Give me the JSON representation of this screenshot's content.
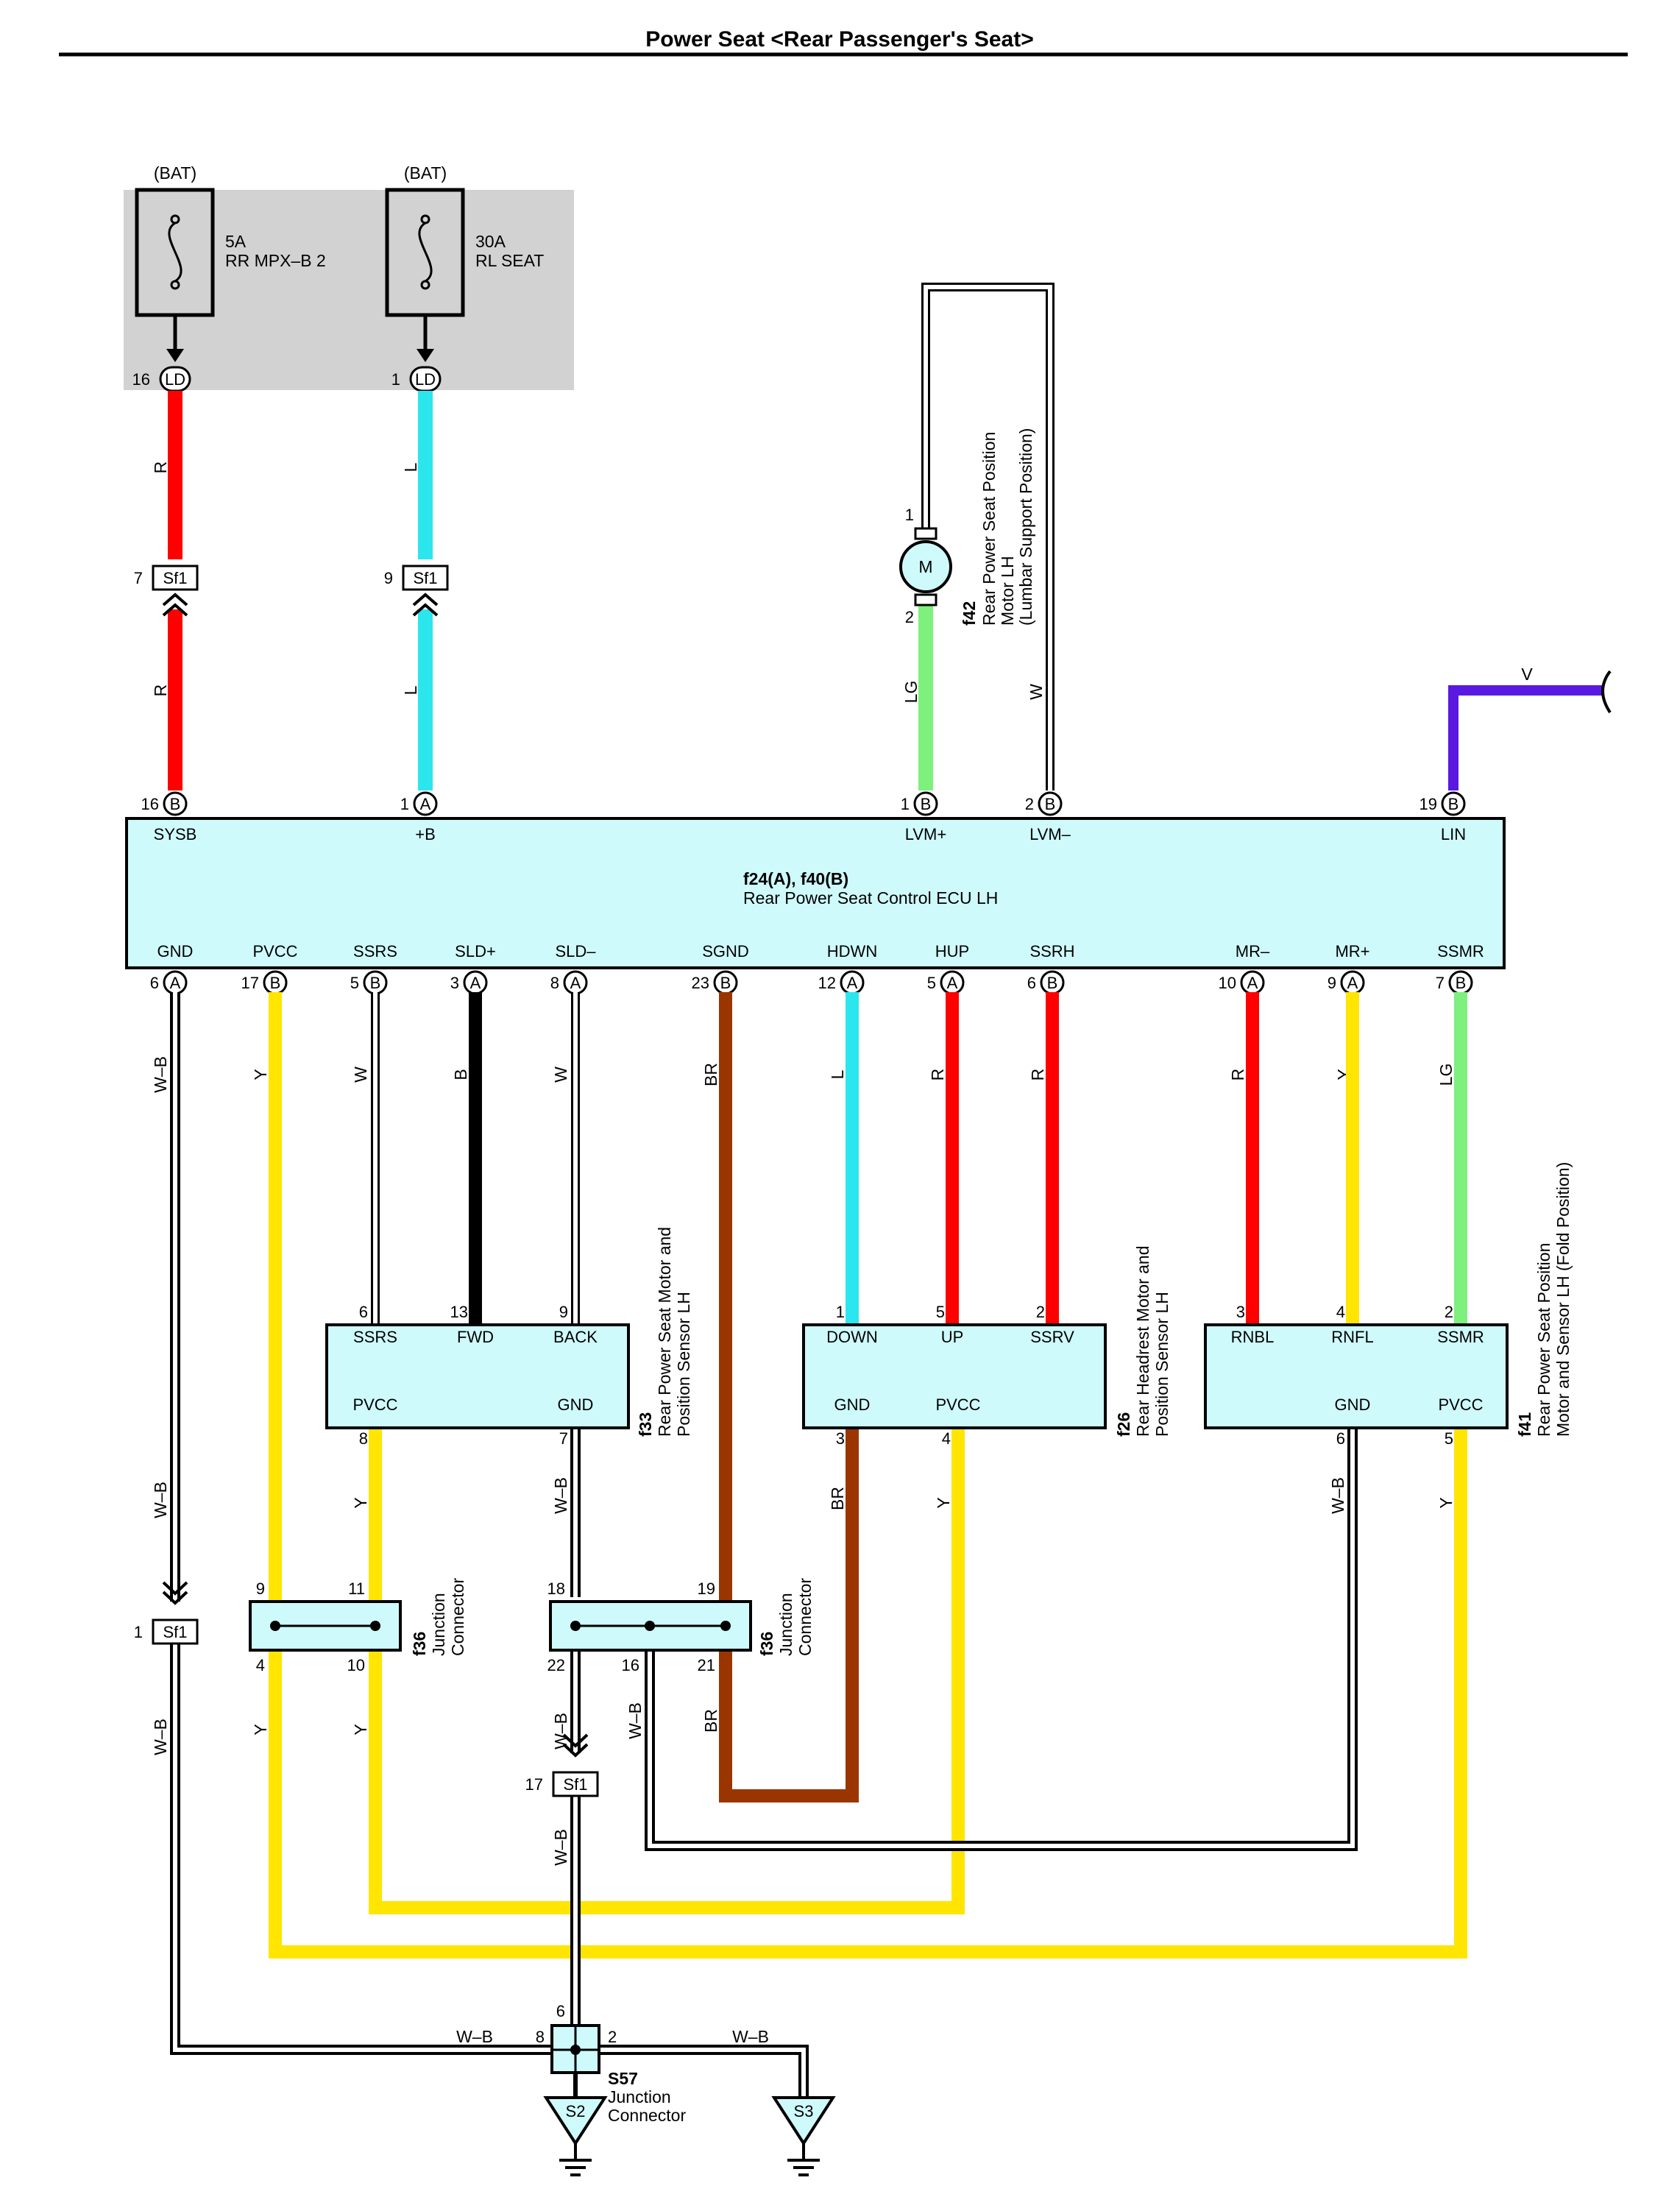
{
  "title": "Power Seat <Rear Passenger's Seat>",
  "colors": {
    "R": "#ff0000",
    "L": "#2ce6ee",
    "LG": "#7ef07e",
    "Y": "#ffe500",
    "B": "#000000",
    "BR": "#9b3500",
    "V": "#5a19e0",
    "W": "#ffffff",
    "box": "#cffafc",
    "fuse_area": "#d2d2d2"
  },
  "fuses": [
    {
      "source": "(BAT)",
      "rating": "5A",
      "name": "RR MPX–B 2",
      "pin": "16",
      "connector": "LD"
    },
    {
      "source": "(BAT)",
      "rating": "30A",
      "name": "RL SEAT",
      "pin": "1",
      "connector": "LD"
    }
  ],
  "ecu": {
    "id": "f24(A), f40(B)",
    "name": "Rear Power Seat Control ECU LH",
    "top_pins": [
      {
        "label": "SYSB",
        "num": "16",
        "conn": "B"
      },
      {
        "label": "+B",
        "num": "1",
        "conn": "A"
      },
      {
        "label": "LVM+",
        "num": "1",
        "conn": "B"
      },
      {
        "label": "LVM–",
        "num": "2",
        "conn": "B"
      },
      {
        "label": "LIN",
        "num": "19",
        "conn": "B"
      }
    ],
    "bottom_pins": [
      {
        "label": "GND",
        "num": "6",
        "conn": "A",
        "wire": "W–B"
      },
      {
        "label": "PVCC",
        "num": "17",
        "conn": "B",
        "wire": "Y"
      },
      {
        "label": "SSRS",
        "num": "5",
        "conn": "B",
        "wire": "W"
      },
      {
        "label": "SLD+",
        "num": "3",
        "conn": "A",
        "wire": "B"
      },
      {
        "label": "SLD–",
        "num": "8",
        "conn": "A",
        "wire": "W"
      },
      {
        "label": "SGND",
        "num": "23",
        "conn": "B",
        "wire": "BR"
      },
      {
        "label": "HDWN",
        "num": "12",
        "conn": "A",
        "wire": "L"
      },
      {
        "label": "HUP",
        "num": "5",
        "conn": "A",
        "wire": "R"
      },
      {
        "label": "SSRH",
        "num": "6",
        "conn": "B",
        "wire": "R"
      },
      {
        "label": "MR–",
        "num": "10",
        "conn": "A",
        "wire": "R"
      },
      {
        "label": "MR+",
        "num": "9",
        "conn": "A",
        "wire": "Y"
      },
      {
        "label": "SSMR",
        "num": "7",
        "conn": "B",
        "wire": "LG"
      }
    ]
  },
  "motor": {
    "symbol": "M",
    "id": "f42",
    "name_lines": [
      "Rear Power Seat Position",
      "Motor LH",
      "(Lumbar Support Position)"
    ],
    "pin_top": "1",
    "pin_bottom": "2"
  },
  "sensor_f33": {
    "id": "f33",
    "name_lines": [
      "Rear Power Seat Motor and",
      "Position Sensor LH"
    ],
    "top": [
      {
        "label": "SSRS",
        "num": "6"
      },
      {
        "label": "FWD",
        "num": "13"
      },
      {
        "label": "BACK",
        "num": "9"
      }
    ],
    "bottom": [
      {
        "label": "PVCC",
        "num": "8"
      },
      {
        "label": "GND",
        "num": "7"
      }
    ]
  },
  "sensor_f26": {
    "id": "f26",
    "name_lines": [
      "Rear Headrest Motor and",
      "Position Sensor LH"
    ],
    "top": [
      {
        "label": "DOWN",
        "num": "1"
      },
      {
        "label": "UP",
        "num": "5"
      },
      {
        "label": "SSRV",
        "num": "2"
      }
    ],
    "bottom": [
      {
        "label": "GND",
        "num": "3"
      },
      {
        "label": "PVCC",
        "num": "4"
      }
    ]
  },
  "sensor_f41": {
    "id": "f41",
    "name_lines": [
      "Rear Power Seat Position",
      "Motor and Sensor LH (Fold Position)"
    ],
    "top": [
      {
        "label": "RNBL",
        "num": "3"
      },
      {
        "label": "RNFL",
        "num": "4"
      },
      {
        "label": "SSMR",
        "num": "2"
      }
    ],
    "bottom": [
      {
        "label": "GND",
        "num": "6"
      },
      {
        "label": "PVCC",
        "num": "5"
      }
    ]
  },
  "junction_a": {
    "id": "f36",
    "name_lines": [
      "Junction",
      "Connector"
    ],
    "pins": [
      "9",
      "11",
      "4",
      "10"
    ]
  },
  "junction_b": {
    "id": "f36",
    "name_lines": [
      "Junction",
      "Connector"
    ],
    "pins": [
      "18",
      "19",
      "22",
      "16",
      "21"
    ]
  },
  "s57": {
    "id": "S57",
    "name_lines": [
      "Junction",
      "Connector"
    ],
    "pins": [
      "6",
      "8",
      "2"
    ]
  },
  "inline_connector": "Sf1",
  "inline_pins": [
    "7",
    "9",
    "1",
    "17"
  ],
  "grounds": [
    "S2",
    "S3"
  ],
  "wire_labels": {
    "red": "R",
    "lightblue": "L",
    "lightgreen": "LG",
    "white": "W",
    "violet": "V",
    "whiteblack": "W–B",
    "yellow": "Y",
    "black": "B",
    "brown": "BR"
  }
}
